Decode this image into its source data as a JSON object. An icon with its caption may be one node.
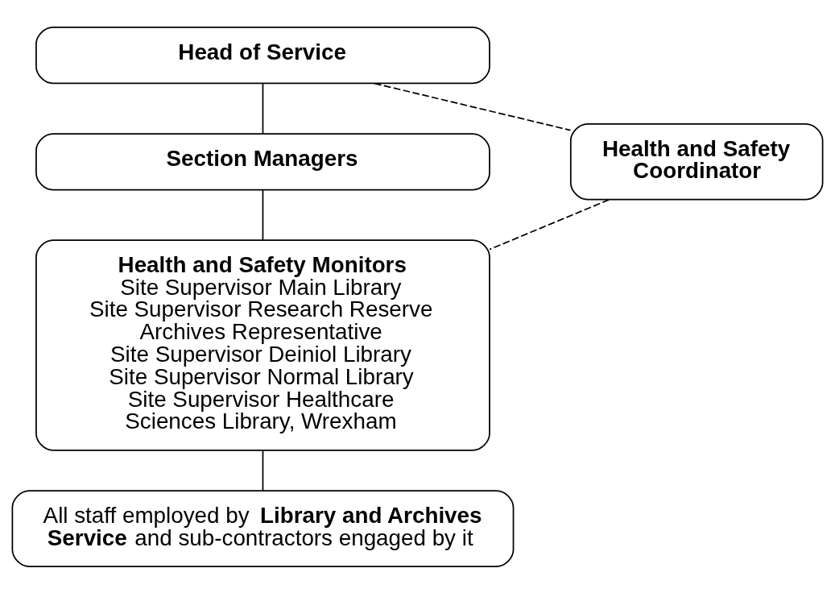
{
  "diagram": {
    "nodes": [
      {
        "text": [
          "Head of Service"
        ]
      },
      {
        "text": [
          "Section Managers"
        ]
      },
      {
        "text": [
          "Health and Safety Coordinator"
        ]
      },
      {
        "text": [
          "Health and Safety Monitors",
          "Site Supervisor Main Library",
          "Site Supervisor Research Reserve",
          "Archives Representative",
          "Site Supervisor Deiniol Library",
          "Site Supervisor Normal Library",
          "Site Supervisor Healthcare Sciences Library, Wrexham"
        ]
      },
      {
        "text": [
          "All staff employed by **Library and Archives Service** and sub-contractors engaged by it"
        ]
      }
    ],
    "edges": [
      {
        "from": 0,
        "to": 1,
        "arrow": "none"
      },
      {
        "from": 0,
        "to": 2,
        "arrow": "none",
        "style": "dashed"
      },
      {
        "from": 1,
        "to": 3,
        "arrow": "none"
      },
      {
        "from": 2,
        "to": 3,
        "arrow": "none",
        "style": "dashed"
      },
      {
        "from": 3,
        "to": 4,
        "arrow": "none"
      }
    ]
  }
}
